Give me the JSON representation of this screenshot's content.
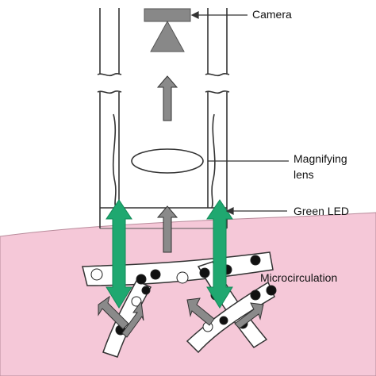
{
  "labels": {
    "camera": "Camera",
    "lens_line1": "Magnifying",
    "lens_line2": "lens",
    "led": "Green LED",
    "micro": "Microcirculation"
  },
  "colors": {
    "tissue": "#f5c8d8",
    "tissue_edge": "#b88a9a",
    "led": "#1fa870",
    "camera": "#888888",
    "gray_arrow": "#8a8a8a",
    "outline": "#333333"
  }
}
